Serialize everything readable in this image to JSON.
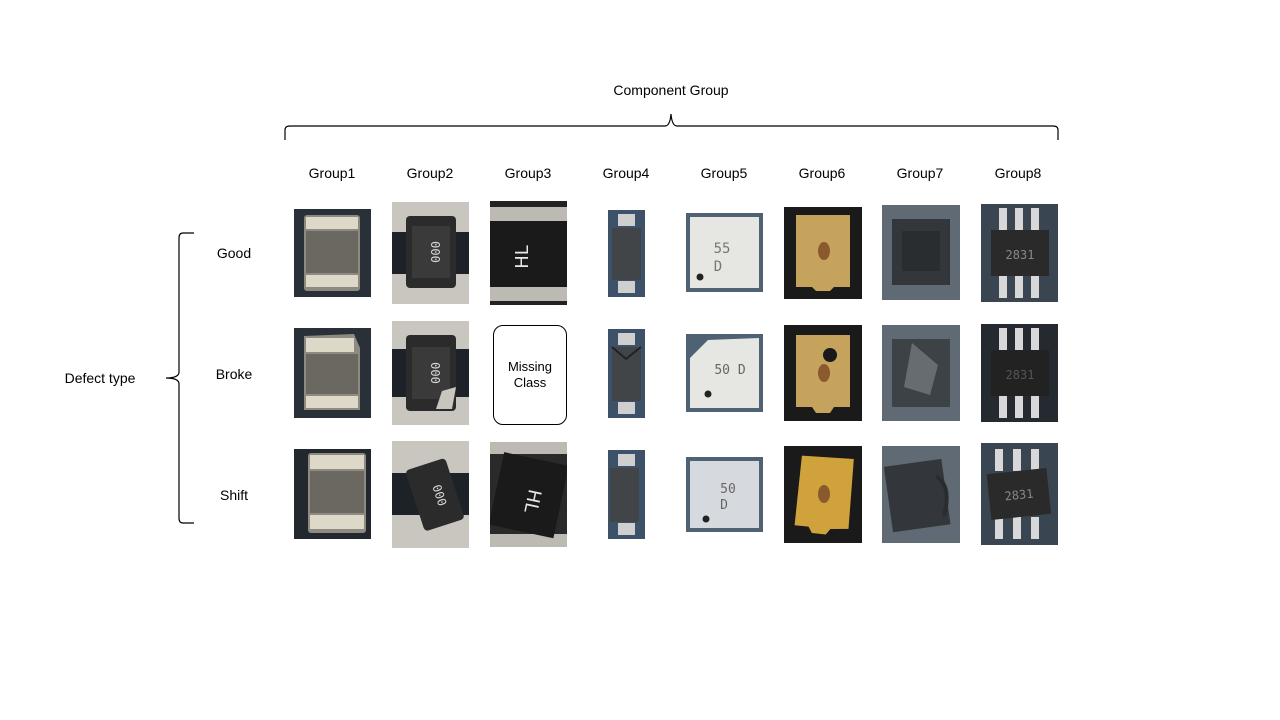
{
  "top_label": "Component Group",
  "left_label": "Defect type",
  "groups": [
    "Group1",
    "Group2",
    "Group3",
    "Group4",
    "Group5",
    "Group6",
    "Group7",
    "Group8"
  ],
  "defect_types": [
    "Good",
    "Broke",
    "Shift"
  ],
  "missing_cell": {
    "group": "Group3",
    "defect": "Broke",
    "text": "Missing Class"
  },
  "chip_marks": {
    "g2": "000",
    "g3": "HL",
    "g5": "50 D",
    "g8": "2831"
  }
}
